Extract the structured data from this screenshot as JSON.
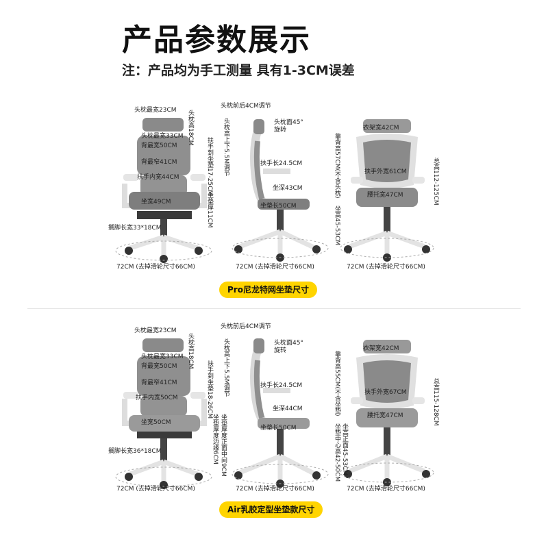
{
  "header": {
    "title": "产品参数展示",
    "subtitle": "注：产品均为手工测量 具有1-3CM误差"
  },
  "sections": [
    {
      "badge": "Pro尼龙特网坐垫尺寸",
      "front": {
        "labels": [
          "头枕最宽23CM",
          "头枕高18CM",
          "头枕最宽33CM",
          "背最宽50CM",
          "背最窄41CM",
          "扶手内宽44CM",
          "坐宽49CM",
          "搁脚长宽33*18CM"
        ],
        "vlabels": [
          "扶手到坐垫17-25CM",
          "坐垫厚11CM"
        ],
        "width": "72CM (去掉滑轮尺寸66CM)"
      },
      "side": {
        "labels": [
          "头枕前后4CM调节",
          "头枕面45°旋转",
          "扶手长24.5CM",
          "坐深43CM",
          "坐垫长50CM"
        ],
        "vlabels": [
          "头枕高上下5.5M调节"
        ],
        "width": "72CM (去掉滑轮尺寸66CM)"
      },
      "back": {
        "labels": [
          "衣架宽42CM",
          "扶手外宽61CM",
          "腰托宽47CM"
        ],
        "vlabels": [
          "靠背高57CM(不含头枕)",
          "坐高45-53CM",
          "总高112-125CM"
        ],
        "width": "72CM (去掉滑轮尺寸66CM)"
      }
    },
    {
      "badge": "Air乳胶定型坐垫款尺寸",
      "front": {
        "labels": [
          "头枕最宽23CM",
          "头枕高18CM",
          "头枕最宽33CM",
          "背最宽50CM",
          "背最窄41CM",
          "扶手内宽50CM",
          "坐宽50CM",
          "搁脚长宽36*18CM"
        ],
        "vlabels": [
          "扶手到坐垫18-26CM",
          "坐垫厚度边缘6CM",
          "坐垫厚度正面中间9CM"
        ],
        "width": "72CM (去掉滑轮尺寸66CM)"
      },
      "side": {
        "labels": [
          "头枕前后4CM调节",
          "头枕面45°旋转",
          "扶手长24.5CM",
          "坐深44CM",
          "坐垫长50CM"
        ],
        "vlabels": [
          "头枕高上下5.5M调节"
        ],
        "width": "72CM (去掉滑轮尺寸66CM)"
      },
      "back": {
        "labels": [
          "衣架宽42CM",
          "扶手外宽67CM",
          "腰托宽47CM"
        ],
        "vlabels": [
          "靠背高55CM(不含坐垫)",
          "坐垫中心高42-50CM",
          "坐高正面45-53CM",
          "总高115-128CM"
        ],
        "width": "72CM (去掉滑轮尺寸66CM)"
      }
    }
  ]
}
